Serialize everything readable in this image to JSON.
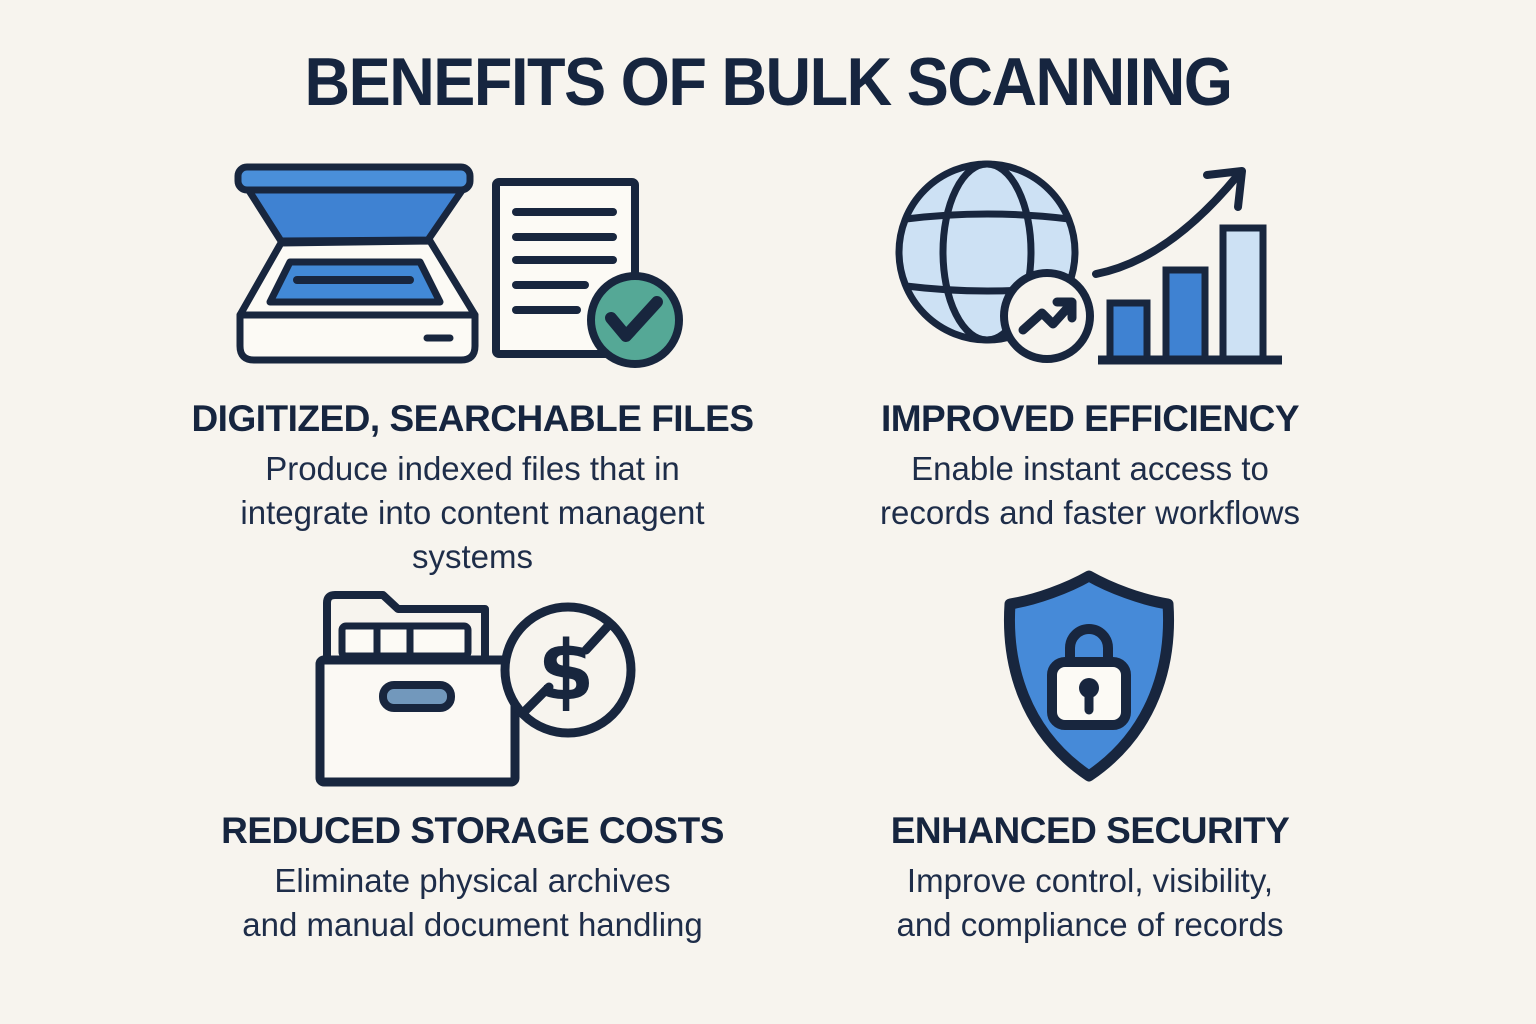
{
  "title": "BENEFITS OF BULK SCANNING",
  "colors": {
    "background": "#f7f4ee",
    "ink_navy": "#18263e",
    "text_navy": "#1e2d49",
    "blue_medium": "#3f82d2",
    "blue_bright": "#4a8fd9",
    "blue_pale": "#cde1f4",
    "steel_blue": "#7298bc",
    "green_teal": "#55a896",
    "icon_white": "#fcfaf5"
  },
  "benefits": [
    {
      "icon": "scanner-with-checked-document",
      "heading": "DIGITIZED, SEARCHABLE FILES",
      "description": "Produce indexed files that in\nintegrate into content managent\nsystems"
    },
    {
      "icon": "globe-growth-bar-chart",
      "heading": "IMPROVED EFFICIENCY",
      "description": "Enable instant access to\nrecords and faster workflows"
    },
    {
      "icon": "archive-box-no-cost",
      "heading": "REDUCED STORAGE COSTS",
      "description": "Eliminate physical archives\nand manual document handling"
    },
    {
      "icon": "shield-with-padlock",
      "heading": "ENHANCED SECURITY",
      "description": "Improve control, visibility,\nand compliance of records"
    }
  ]
}
